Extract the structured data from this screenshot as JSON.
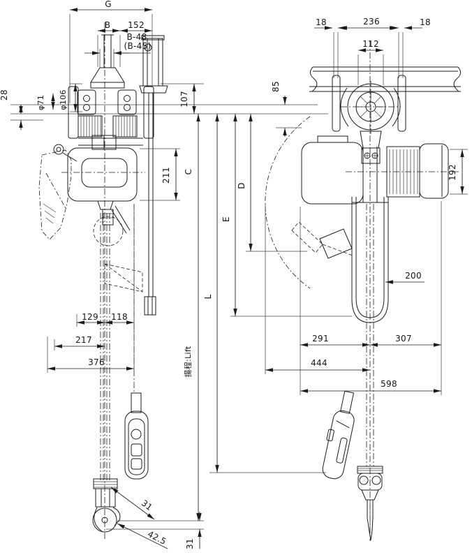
{
  "drawing": {
    "type": "engineering-dimension-drawing",
    "subject": "electric chain hoist with motorized trolley, front and side views",
    "line_color": "#1c1c1c",
    "background": "#ffffff"
  },
  "dims": {
    "g": "G",
    "b": "B",
    "d152": "152",
    "b48": "B-48",
    "b45": "(B-45)",
    "d28": "28",
    "dia106": "φ106",
    "dia71": "φ71",
    "d107": "107",
    "d211": "211",
    "c": "C",
    "l": "L",
    "e": "E",
    "d": "D",
    "d129": "129",
    "d118": "118",
    "d217": "217",
    "d376": "376",
    "lift": "揚程:Lift",
    "d31_diag": "31",
    "d425_diag": "42.5",
    "d31_vert": "31",
    "d18_left": "18",
    "d236": "236",
    "d18_right": "18",
    "d112": "112",
    "d85": "85",
    "d192": "192",
    "d200": "200",
    "d291": "291",
    "d307": "307",
    "d444": "444",
    "d598": "598"
  }
}
